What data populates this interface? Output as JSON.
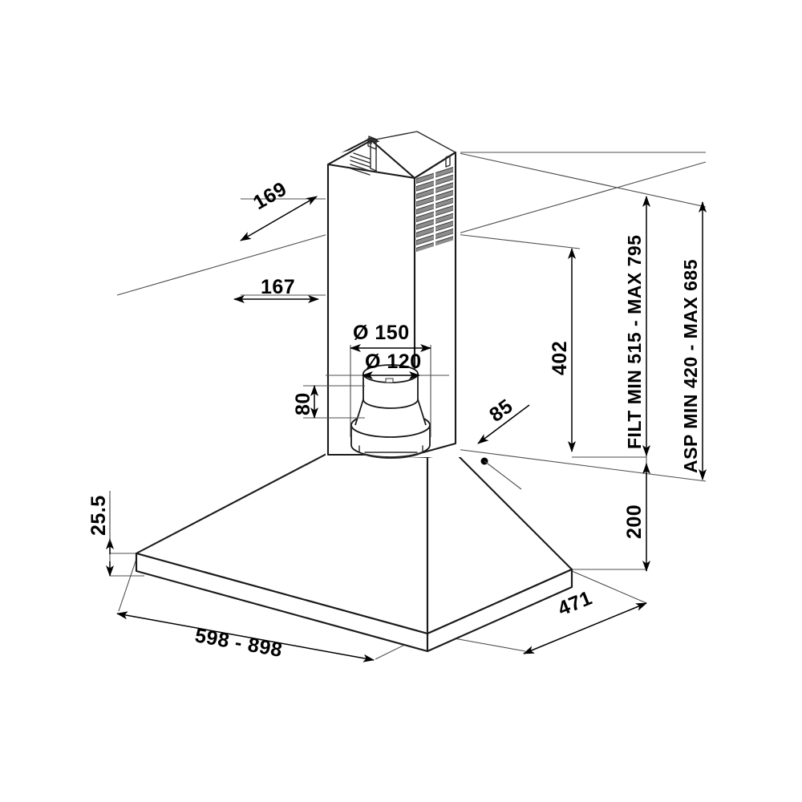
{
  "drawing": {
    "title": "Range Hood Isometric Dimension Drawing",
    "type": "technical-line-drawing",
    "projection": "isometric",
    "units": "mm",
    "background_color": "#ffffff",
    "line_color": "#1a1a1a",
    "dimension_color": "#000000",
    "grille_color": "#8c8c8c"
  },
  "dimensions": {
    "chimney_depth_upper": "169",
    "chimney_depth_lower": "167",
    "duct_outer_diameter": "Ø 150",
    "duct_inner_diameter": "Ø 120",
    "duct_height": "80",
    "canopy_offset": "85",
    "chimney_height": "402",
    "canopy_height": "200",
    "base_thickness": "25.5",
    "hood_width": "598 - 898",
    "hood_depth": "471",
    "filt_range": "FILT MIN 515 - MAX 795",
    "asp_range": "ASP MIN 420 - MAX 685"
  },
  "parts": {
    "chimney": "chimney-flue",
    "canopy": "pyramid-canopy",
    "duct_adapter": "duct-adapter-cone",
    "vent_grille_right": "louvered-vent-right",
    "vent_grille_left": "louvered-vent-left",
    "base_rim": "base-rim-flange"
  }
}
